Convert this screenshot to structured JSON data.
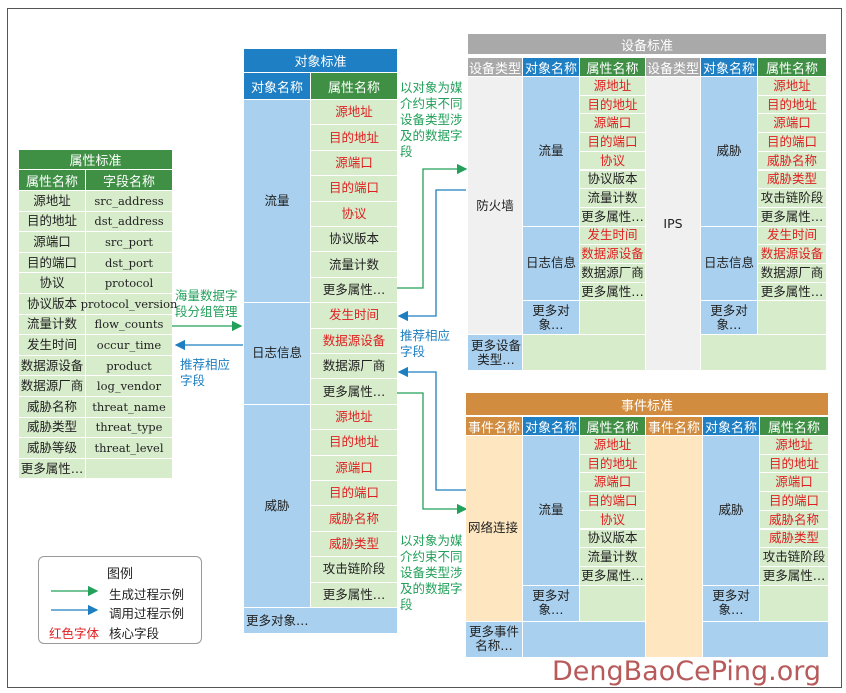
{
  "colors": {
    "green_dark": "#3f8f44",
    "green_light": "#d7eccb",
    "blue_dark": "#1f7fc4",
    "blue_light": "#a9d0ee",
    "gray_dark": "#a9a9a9",
    "orange_dark": "#d18c3f",
    "orange_light": "#fde6c0",
    "red_text": "#e02020",
    "arrow_green": "#23a05a",
    "arrow_blue": "#1e7fc0"
  },
  "attr_std": {
    "title": "属性标准",
    "col1": "属性名称",
    "col2": "字段名称",
    "rows": [
      {
        "name": "源地址",
        "field": "src_address"
      },
      {
        "name": "目的地址",
        "field": "dst_address"
      },
      {
        "name": "源端口",
        "field": "src_port"
      },
      {
        "name": "目的端口",
        "field": "dst_port"
      },
      {
        "name": "协议",
        "field": "protocol"
      },
      {
        "name": "协议版本",
        "field": "protocol_version"
      },
      {
        "name": "流量计数",
        "field": "flow_counts"
      },
      {
        "name": "发生时间",
        "field": "occur_time"
      },
      {
        "name": "数据源设备",
        "field": "product"
      },
      {
        "name": "数据源厂商",
        "field": "log_vendor"
      },
      {
        "name": "威胁名称",
        "field": "threat_name"
      },
      {
        "name": "威胁类型",
        "field": "threat_type"
      },
      {
        "name": "威胁等级",
        "field": "threat_level"
      },
      {
        "name": "更多属性…",
        "field": ""
      }
    ]
  },
  "obj_std": {
    "title": "对象标准",
    "col1": "对象名称",
    "col2": "属性名称",
    "groups": [
      {
        "name": "流量",
        "attrs": [
          "源地址",
          "目的地址",
          "源端口",
          "目的端口",
          "协议",
          "协议版本",
          "流量计数",
          "更多属性…"
        ],
        "red": [
          true,
          true,
          true,
          true,
          true,
          false,
          false,
          false
        ]
      },
      {
        "name": "日志信息",
        "attrs": [
          "发生时间",
          "数据源设备",
          "数据源厂商",
          "更多属性…"
        ],
        "red": [
          true,
          true,
          false,
          false
        ]
      },
      {
        "name": "威胁",
        "attrs": [
          "源地址",
          "目的地址",
          "源端口",
          "目的端口",
          "威胁名称",
          "威胁类型",
          "攻击链阶段",
          "更多属性…"
        ],
        "red": [
          true,
          true,
          true,
          true,
          true,
          true,
          false,
          false
        ]
      }
    ],
    "more": "更多对象…"
  },
  "dev_std": {
    "title": "设备标准",
    "col_type": "设备类型",
    "col_obj": "对象名称",
    "col_attr": "属性名称",
    "left": {
      "type": "防火墙",
      "objects": [
        {
          "name": "流量",
          "attrs": [
            "源地址",
            "目的地址",
            "源端口",
            "目的端口",
            "协议",
            "协议版本",
            "流量计数",
            "更多属性…"
          ],
          "red": [
            true,
            true,
            true,
            true,
            true,
            false,
            false,
            false
          ]
        },
        {
          "name": "日志信息",
          "attrs": [
            "发生时间",
            "数据源设备",
            "数据源厂商",
            "更多属性…"
          ],
          "red": [
            true,
            true,
            false,
            false
          ]
        }
      ],
      "more_obj": "更多对象…",
      "more_type": "更多设备类型…"
    },
    "right": {
      "type": "IPS",
      "objects": [
        {
          "name": "威胁",
          "attrs": [
            "源地址",
            "目的地址",
            "源端口",
            "目的端口",
            "威胁名称",
            "威胁类型",
            "攻击链阶段",
            "更多属性…"
          ],
          "red": [
            true,
            true,
            true,
            true,
            true,
            true,
            false,
            false
          ]
        },
        {
          "name": "日志信息",
          "attrs": [
            "发生时间",
            "数据源设备",
            "数据源厂商",
            "更多属性…"
          ],
          "red": [
            true,
            true,
            false,
            false
          ]
        }
      ],
      "more_obj": "更多对象…"
    }
  },
  "evt_std": {
    "title": "事件标准",
    "col_evt": "事件名称",
    "col_obj": "对象名称",
    "col_attr": "属性名称",
    "left": {
      "event": "网络连接",
      "object": {
        "name": "流量",
        "attrs": [
          "源地址",
          "目的地址",
          "源端口",
          "目的端口",
          "协议",
          "协议版本",
          "流量计数",
          "更多属性…"
        ],
        "red": [
          true,
          true,
          true,
          true,
          true,
          false,
          false,
          false
        ]
      },
      "more_obj": "更多对象…",
      "more_evt": "更多事件名称…"
    },
    "right": {
      "object": {
        "name": "威胁",
        "attrs": [
          "源地址",
          "目的地址",
          "源端口",
          "目的端口",
          "威胁名称",
          "威胁类型",
          "攻击链阶段",
          "更多属性…"
        ],
        "red": [
          true,
          true,
          true,
          true,
          true,
          true,
          false,
          false
        ]
      },
      "more_obj": "更多对象…"
    }
  },
  "notes": {
    "mass_fields": "海量数据字段分组管理",
    "recommend_left": "推荐相应字段",
    "recommend_mid": "推荐相应字段",
    "media_top": "以对象为媒介约束不同设备类型涉及的数据字段",
    "media_bottom": "以对象为媒介约束不同设备类型涉及的数据字段"
  },
  "legend": {
    "title": "图例",
    "generate": "生成过程示例",
    "call": "调用过程示例",
    "red_label": "红色字体",
    "core": "核心字段"
  },
  "watermark": "DengBaoCePing.org"
}
